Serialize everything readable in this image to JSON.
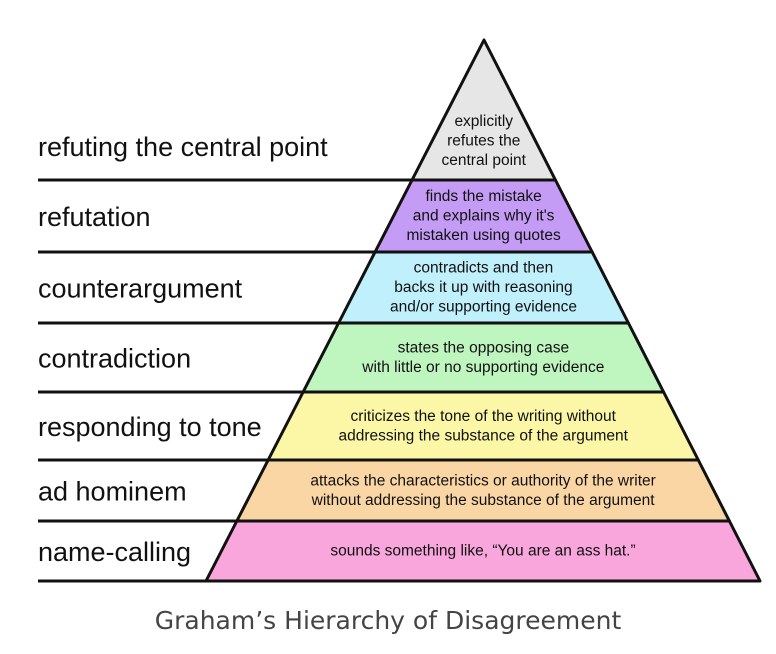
{
  "levels": [
    {
      "label": "refuting the central point",
      "desc": [
        "explicitly",
        "refutes the",
        "central point"
      ],
      "color": "#e6e6e6"
    },
    {
      "label": "refutation",
      "desc": [
        "finds the mistake",
        "and explains why it's",
        "mistaken using quotes"
      ],
      "color": "#c59cf5"
    },
    {
      "label": "counterargument",
      "desc": [
        "contradicts and then",
        "backs it up with reasoning",
        "and/or supporting evidence"
      ],
      "color": "#bff0fb"
    },
    {
      "label": "contradiction",
      "desc": [
        "states the opposing case",
        "with little or no supporting evidence"
      ],
      "color": "#bff5be"
    },
    {
      "label": "responding to tone",
      "desc": [
        "criticizes the tone of the writing without",
        "addressing the substance of the argument"
      ],
      "color": "#fbf7a6"
    },
    {
      "label": "ad hominem",
      "desc": [
        "attacks the characteristics or authority of the writer",
        "without addressing the substance of the argument"
      ],
      "color": "#fbd6a5"
    },
    {
      "label": "name-calling",
      "desc": [
        "sounds something like, “You are an ass hat.”"
      ],
      "color": "#f8a6dc"
    }
  ],
  "caption": "Graham’s Hierarchy of Disagreement"
}
